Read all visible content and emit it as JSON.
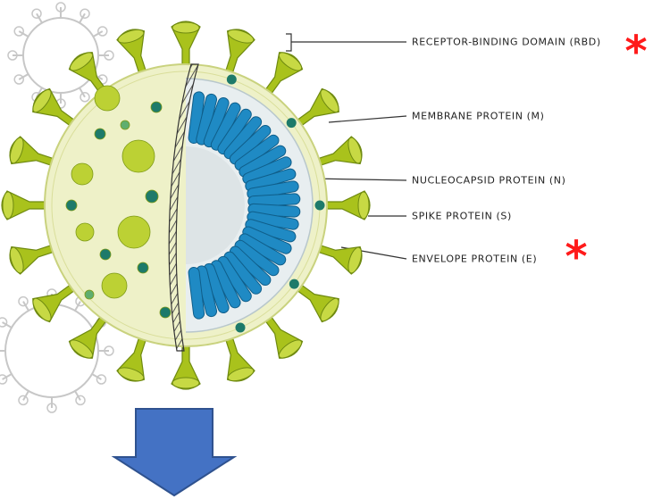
{
  "labels": {
    "rbd": "RECEPTOR-BINDING DOMAIN (RBD)",
    "membrane": "MEMBRANE PROTEIN (M)",
    "nucleocapsid": "NUCLEOCAPSID PROTEIN (N)",
    "spike": "SPIKE PROTEIN (S)",
    "envelope": "ENVELOPE PROTEIN (E)"
  },
  "markers": {
    "rbd_star": "*",
    "envelope_star": "*"
  },
  "colors": {
    "spike": "#a9c21c",
    "spike_dark": "#6f8a10",
    "envelope_fill": "#eef1c8",
    "nucleocapsid": "#1f8ac4",
    "membrane_protein": "#1d7a6a",
    "highlight_star": "#ff1a1a",
    "arrow": "#4472c4"
  },
  "icons": {
    "arrow": "down-arrow-icon",
    "marker": "asterisk-icon"
  }
}
